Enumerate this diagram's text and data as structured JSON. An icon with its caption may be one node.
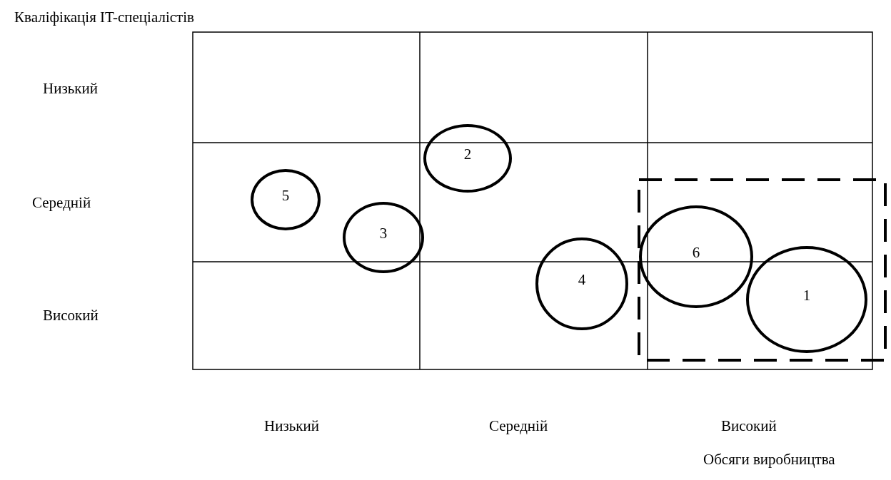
{
  "diagram": {
    "nodes": [
      {
        "text": [
          "2"
        ]
      },
      {
        "text": [
          "5"
        ]
      },
      {
        "text": [
          "3"
        ]
      },
      {
        "text": [
          "6"
        ]
      },
      {
        "text": [
          "4"
        ]
      },
      {
        "text": [
          "1"
        ]
      }
    ],
    "labels": [
      "Кваліфікація IT-спеціалістів",
      "Низький",
      "Середній",
      "Високий",
      "Низький",
      "Середній",
      "Високий",
      "Обсяги виробництва"
    ]
  }
}
